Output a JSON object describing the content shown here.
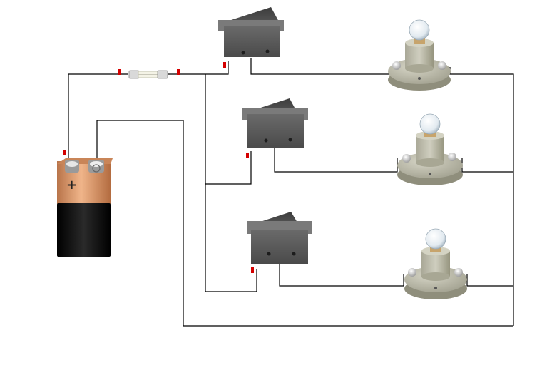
{
  "diagram": {
    "battery": {
      "terminal_sign": "+",
      "color_top": "#d08a5a",
      "color_bottom": "#111111"
    },
    "fuse": {
      "element": "fuse"
    },
    "switches": [
      {
        "id": "switch-1",
        "state": "off"
      },
      {
        "id": "switch-2",
        "state": "off"
      },
      {
        "id": "switch-3",
        "state": "off"
      }
    ],
    "lamps": [
      {
        "id": "lamp-1",
        "lit": false
      },
      {
        "id": "lamp-2",
        "lit": false
      },
      {
        "id": "lamp-3",
        "lit": false
      }
    ],
    "colors": {
      "wire": "#000000",
      "marker": "#d40000",
      "switch_body": "#5a5a5a",
      "lamp_base": "#b9b8a6"
    }
  }
}
